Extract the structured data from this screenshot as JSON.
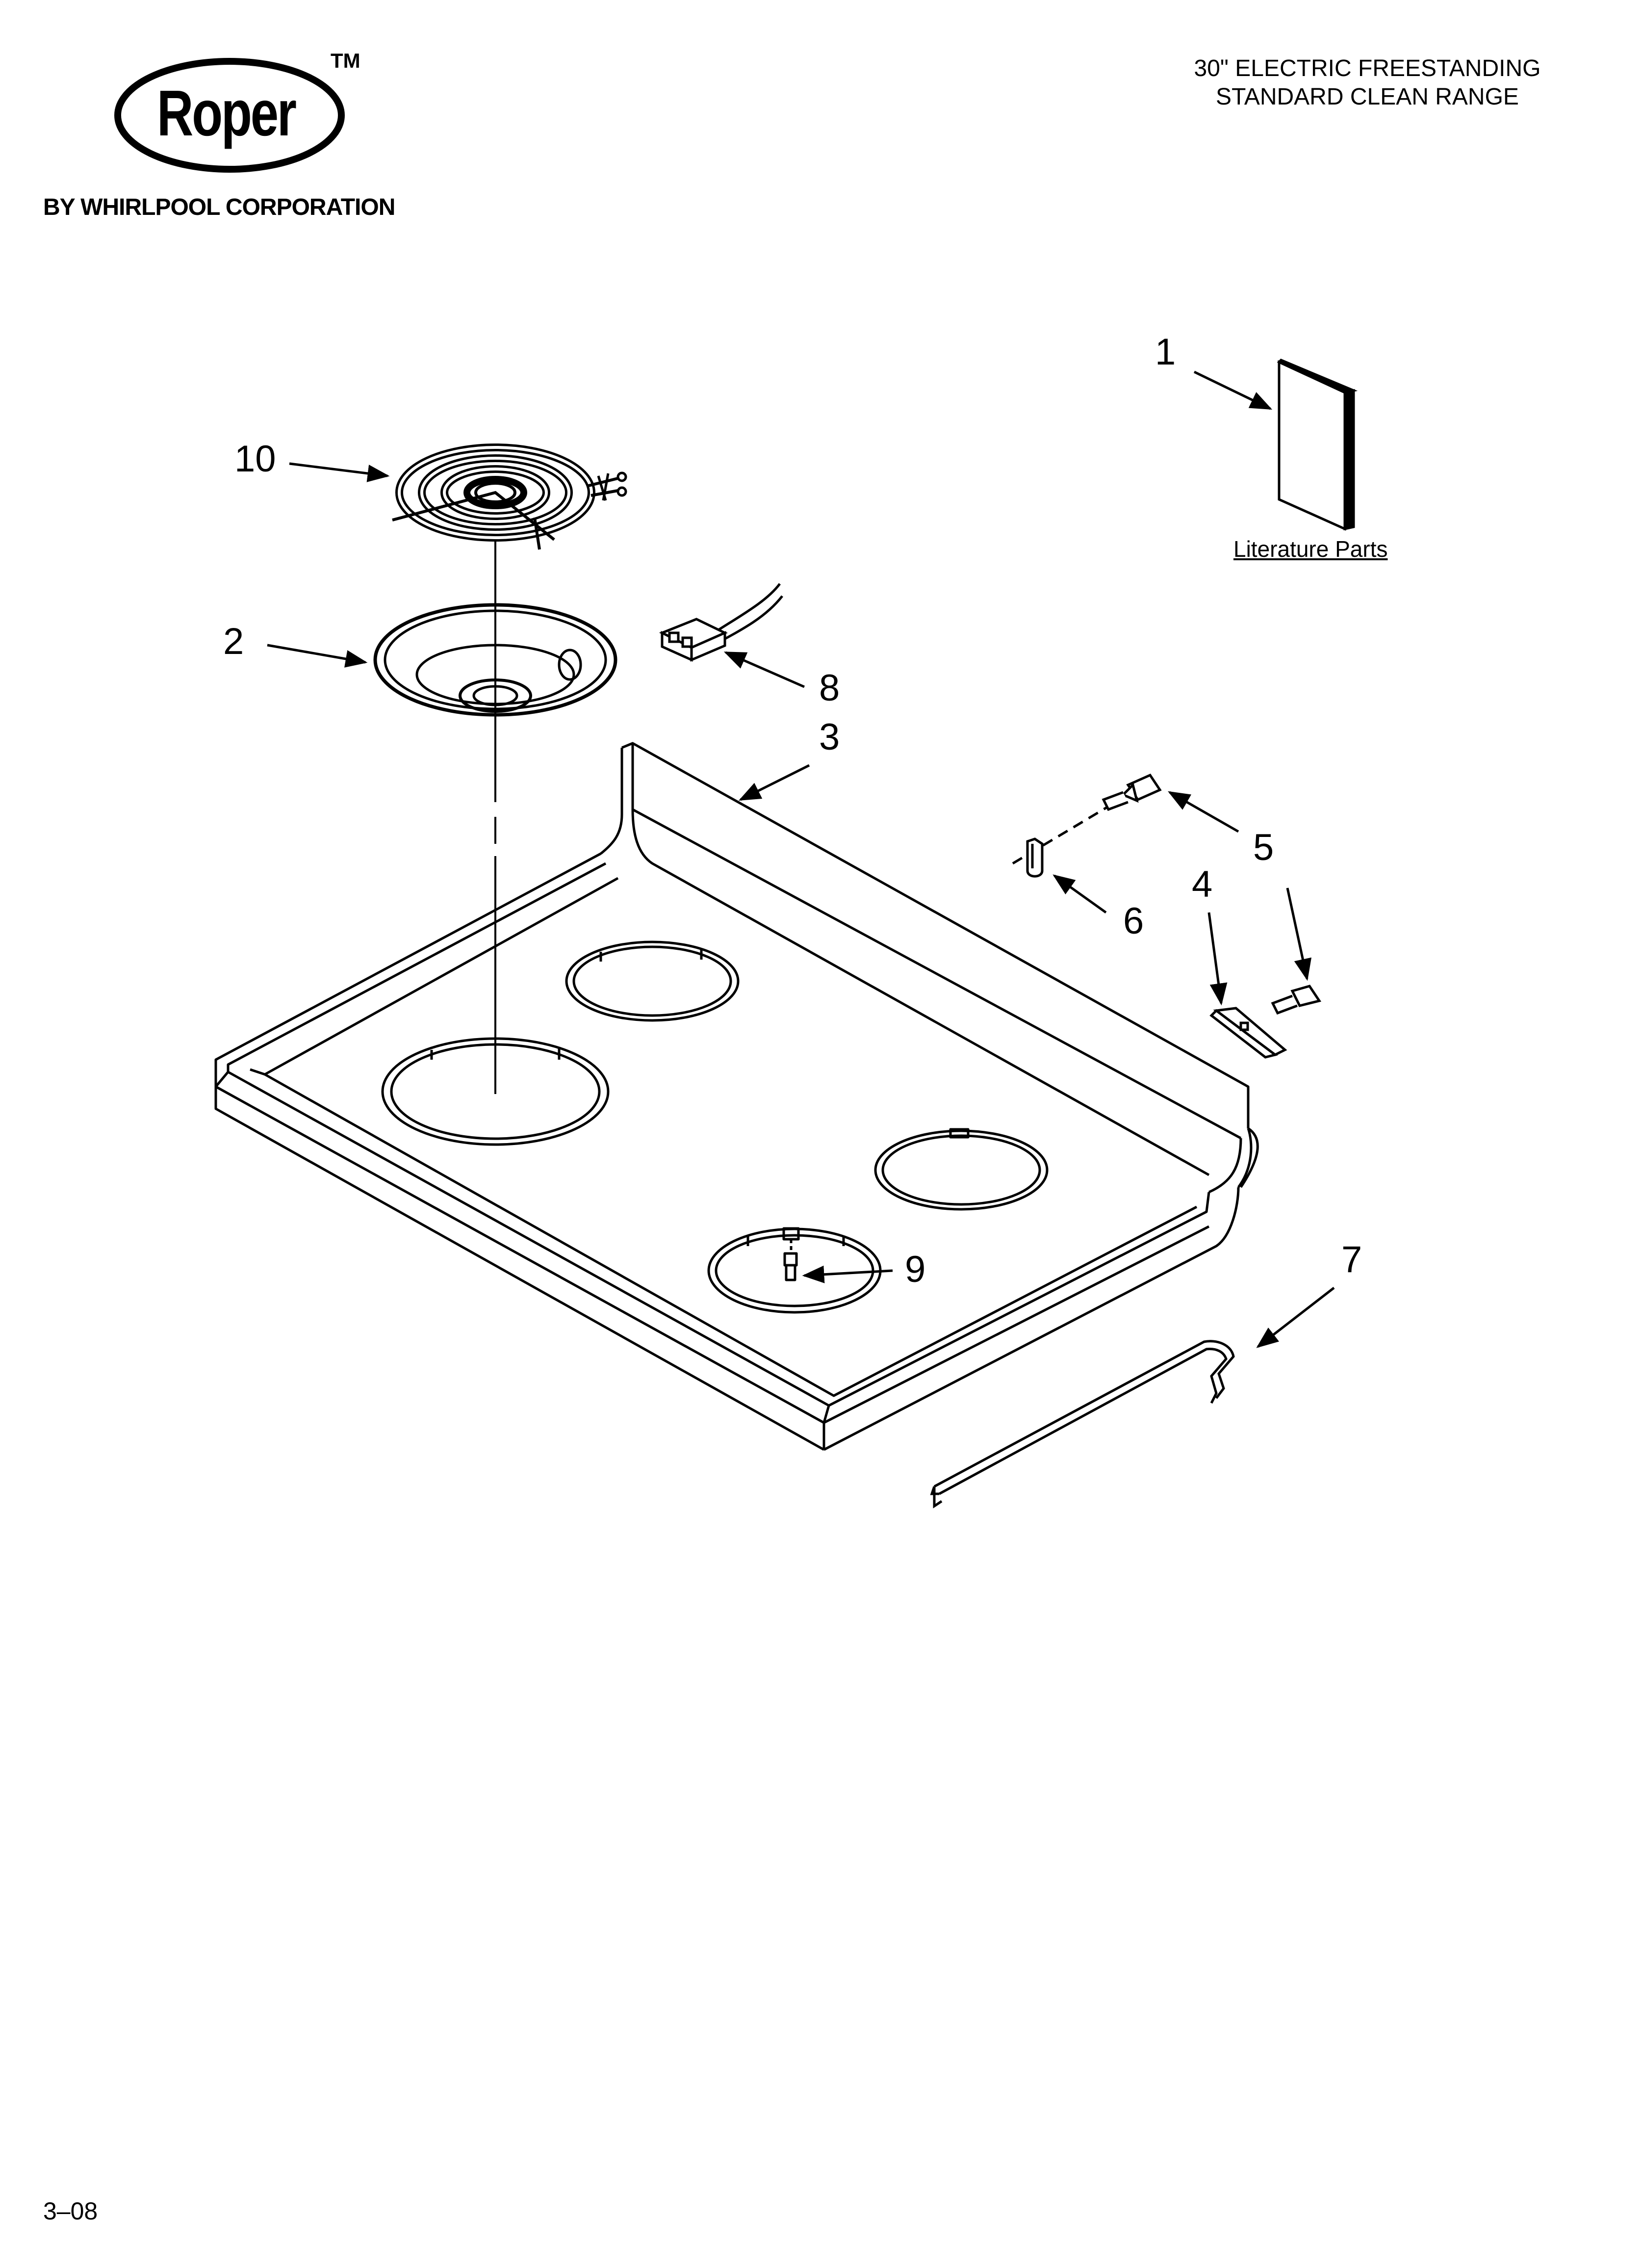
{
  "header": {
    "brand": "Roper",
    "trademark": "TM",
    "brand_sub": "BY WHIRLPOOL CORPORATION",
    "title_line1": "30\" ELECTRIC FREESTANDING",
    "title_line2": "STANDARD CLEAN RANGE"
  },
  "callouts": {
    "c1": "1",
    "c2": "2",
    "c3": "3",
    "c4": "4",
    "c5": "5",
    "c6": "6",
    "c7": "7",
    "c8": "8",
    "c9": "9",
    "c10": "10"
  },
  "literature_label": "Literature Parts",
  "footer": {
    "page_code": "3–08"
  },
  "colors": {
    "line": "#000000",
    "background": "#ffffff"
  }
}
